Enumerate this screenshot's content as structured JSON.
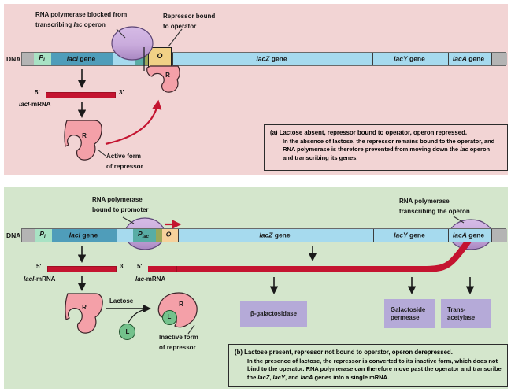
{
  "colors": {
    "panel_pink": "#f2d4d4",
    "panel_green": "#d4e6cc",
    "dna_blue": "#a6daee",
    "laci_teal": "#4f9dba",
    "promoter_mint": "#a8e2c4",
    "plac_teal": "#58ada5",
    "olive": "#9aa85a",
    "operator_yellow": "#f1d186",
    "operator_peach": "#f6d19b",
    "gray_end": "#b4b4b4",
    "mrna_red": "#c41430",
    "repressor_pink": "#f4a0a8",
    "polymerase_purple": "#c9abdc",
    "lactose_green": "#74c28c",
    "product_lavender": "#b5aad8"
  },
  "top_panel": {
    "dna_label": "DNA",
    "blocked_label": {
      "line1": "RNA polymerase blocked from",
      "line2": [
        {
          "t": "transcribing "
        },
        {
          "t": "lac",
          "i": true
        },
        {
          "t": " operon"
        }
      ]
    },
    "repressor_label": {
      "line1": "Repressor bound",
      "line2": "to operator"
    },
    "bar": {
      "p_main": "P",
      "p_sub": "I",
      "laci": [
        {
          "t": "lacI",
          "i": true
        },
        {
          "t": " gene"
        }
      ],
      "operator": "O",
      "lacz": [
        {
          "t": "lacZ",
          "i": true
        },
        {
          "t": " gene"
        }
      ],
      "lacy": [
        {
          "t": "lacY",
          "i": true
        },
        {
          "t": " gene"
        }
      ],
      "laca": [
        {
          "t": "lacA",
          "i": true
        },
        {
          "t": " gene"
        }
      ]
    },
    "mrna": {
      "five": "5′",
      "three": "3′",
      "label": [
        {
          "t": "lacI",
          "i": true
        },
        {
          "t": "-mRNA"
        }
      ]
    },
    "r_active": "R",
    "r_bound": "R",
    "active_label": {
      "line1": "Active form",
      "line2": "of repressor"
    },
    "caption": {
      "tag": "(a)",
      "heading": "Lactose absent, repressor bound to operator, operon repressed.",
      "body": [
        {
          "t": "In the absence of lactose, the repressor remains bound to the operator, and RNA polymerase is therefore prevented from moving down the "
        },
        {
          "t": "lac",
          "i": true
        },
        {
          "t": " operon and transcribing its genes."
        }
      ]
    }
  },
  "bottom_panel": {
    "dna_label": "DNA",
    "bound_label": {
      "line1": "RNA polymerase",
      "line2": "bound to promoter"
    },
    "transcribing_label": {
      "line1": "RNA polymerase",
      "line2": "transcribing the operon"
    },
    "bar": {
      "p_main": "P",
      "p_sub": "I",
      "plac_main": "P",
      "plac_sub": "lac",
      "laci": [
        {
          "t": "lacI",
          "i": true
        },
        {
          "t": " gene"
        }
      ],
      "operator": "O",
      "lacz": [
        {
          "t": "lacZ",
          "i": true
        },
        {
          "t": " gene"
        }
      ],
      "lacy": [
        {
          "t": "lacY",
          "i": true
        },
        {
          "t": " gene"
        }
      ],
      "laca": [
        {
          "t": "lacA",
          "i": true
        },
        {
          "t": " gene"
        }
      ]
    },
    "mrna_laci": {
      "five": "5′",
      "three": "3′",
      "label": [
        {
          "t": "lacI",
          "i": true
        },
        {
          "t": "-mRNA"
        }
      ]
    },
    "mrna_lac": {
      "five": "5′",
      "label": [
        {
          "t": "lac",
          "i": true
        },
        {
          "t": "-mRNA"
        }
      ]
    },
    "r_active": "R",
    "lactose_label": "Lactose",
    "l_free": "L",
    "l_bound": "L",
    "r_inactive": "R",
    "inactive_label": {
      "line1": "Inactive form",
      "line2": "of repressor"
    },
    "products": [
      {
        "lines": [
          "β-galactosidase"
        ]
      },
      {
        "lines": [
          "Galactoside",
          "permease"
        ]
      },
      {
        "lines": [
          "Trans-",
          "acetylase"
        ]
      }
    ],
    "caption": {
      "tag": "(b)",
      "heading": "Lactose present, repressor not bound to operator, operon derepressed.",
      "body": [
        {
          "t": "In the presence of lactose, the repressor is converted to its inactive form, which does not bind to the operator. RNA polymerase can therefore move past the operator and transcribe the "
        },
        {
          "t": "lacZ",
          "i": true
        },
        {
          "t": ", "
        },
        {
          "t": "lacY",
          "i": true
        },
        {
          "t": ", and "
        },
        {
          "t": "lacA",
          "i": true
        },
        {
          "t": " genes into a single mRNA."
        }
      ]
    }
  }
}
